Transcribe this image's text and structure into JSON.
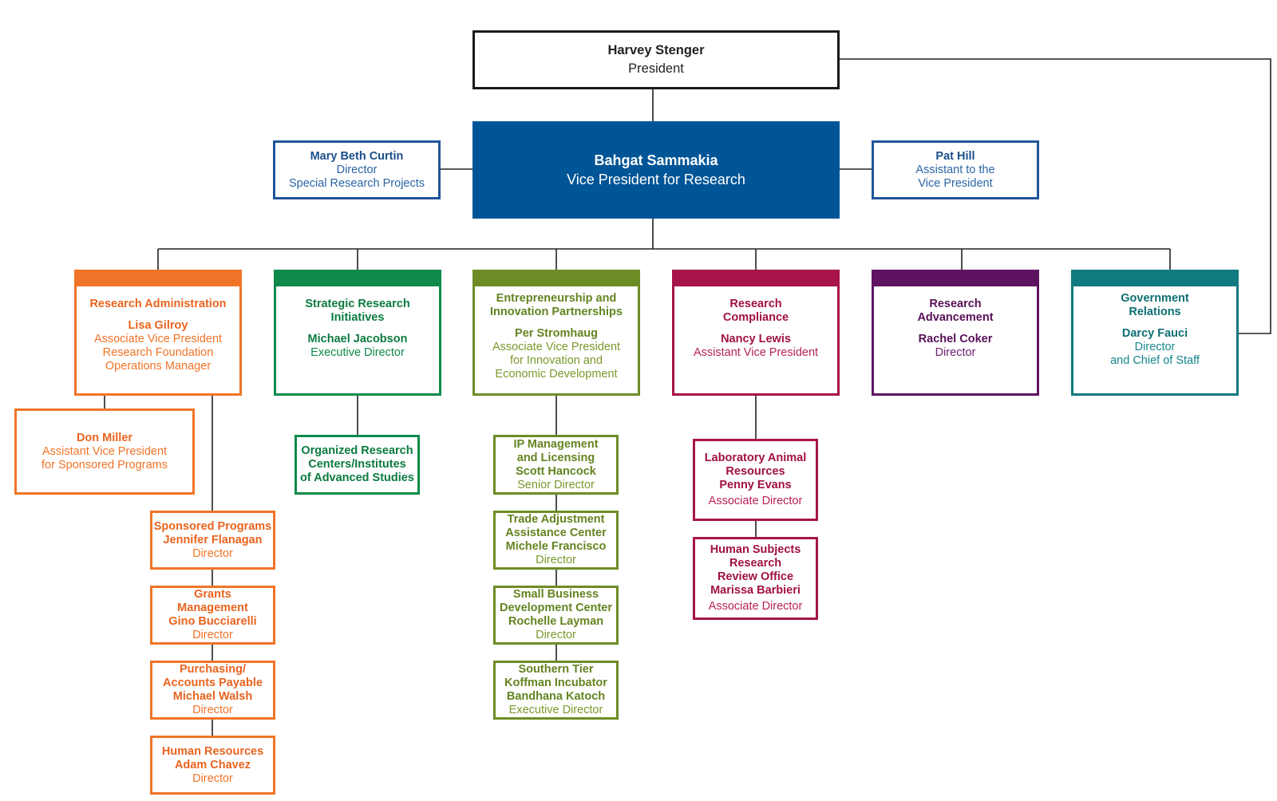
{
  "president": {
    "name": "Harvey Stenger",
    "title": "President"
  },
  "vp": {
    "name": "Bahgat Sammakia",
    "title": "Vice President for Research"
  },
  "left_staff": {
    "name": "Mary Beth Curtin",
    "lines": [
      "Director",
      "Special Research Projects"
    ]
  },
  "right_staff": {
    "name": "Pat Hill",
    "lines": [
      "Assistant to the",
      "Vice President"
    ]
  },
  "colors": {
    "vp_fill": "#005596",
    "staff_blue": "#1f5597",
    "orange": "#f07427",
    "green": "#0f8a4b",
    "olive": "#6e8c25",
    "maroon": "#a6144a",
    "purple": "#5e1361",
    "teal": "#117a80"
  },
  "departments": {
    "research_admin": {
      "heading": "Research Administration",
      "name": "Lisa Gilroy",
      "lines": [
        "Associate Vice President",
        "Research Foundation",
        "Operations Manager"
      ]
    },
    "strategic": {
      "heading": [
        "Strategic Research",
        "Initiatives"
      ],
      "name": "Michael Jacobson",
      "lines": [
        "Executive Director"
      ]
    },
    "entrepreneurship": {
      "heading": [
        "Entrepreneurship and",
        "Innovation Partnerships"
      ],
      "name": "Per Stromhaug",
      "lines": [
        "Associate Vice President",
        "for Innovation and",
        "Economic Development"
      ]
    },
    "compliance": {
      "heading": [
        "Research",
        "Compliance"
      ],
      "name": "Nancy Lewis",
      "lines": [
        "Assistant Vice President"
      ]
    },
    "advancement": {
      "heading": [
        "Research",
        "Advancement"
      ],
      "name": "Rachel Coker",
      "lines": [
        "Director"
      ]
    },
    "government": {
      "heading": [
        "Government",
        "Relations"
      ],
      "name": "Darcy Fauci",
      "lines": [
        "Director",
        "and Chief of Staff"
      ]
    }
  },
  "research_admin_units": {
    "don_miller": {
      "name": "Don Miller",
      "lines": [
        "Assistant Vice President",
        "for Sponsored Programs"
      ]
    },
    "sponsored": {
      "bold": [
        "Sponsored Programs",
        "Jennifer Flanagan"
      ],
      "title": "Director"
    },
    "grants": {
      "bold": [
        "Grants",
        "Management",
        "Gino Bucciarelli"
      ],
      "title": "Director"
    },
    "purchasing": {
      "bold": [
        "Purchasing/",
        "Accounts Payable",
        "Michael Walsh"
      ],
      "title": "Director"
    },
    "hr": {
      "bold": [
        "Human Resources",
        "Adam Chavez"
      ],
      "title": "Director"
    }
  },
  "strategic_units": {
    "organized": {
      "bold": [
        "Organized Research",
        "Centers/Institutes",
        "of Advanced Studies"
      ]
    }
  },
  "entrepreneurship_units": {
    "ip": {
      "bold": [
        "IP Management",
        "and Licensing",
        "Scott Hancock"
      ],
      "title": "Senior Director"
    },
    "trade": {
      "bold": [
        "Trade Adjustment",
        "Assistance Center",
        "Michele Francisco"
      ],
      "title": "Director"
    },
    "sbdc": {
      "bold": [
        "Small Business",
        "Development Center",
        "Rochelle Layman"
      ],
      "title": "Director"
    },
    "koffman": {
      "bold": [
        "Southern Tier",
        "Koffman Incubator",
        "Bandhana Katoch"
      ],
      "title": "Executive Director"
    }
  },
  "compliance_units": {
    "lab_animal": {
      "bold": [
        "Laboratory Animal",
        "Resources",
        "Penny Evans"
      ],
      "title": "Associate Director"
    },
    "human_subjects": {
      "bold": [
        "Human Subjects",
        "Research",
        "Review Office",
        "Marissa Barbieri"
      ],
      "title": "Associate Director"
    }
  }
}
